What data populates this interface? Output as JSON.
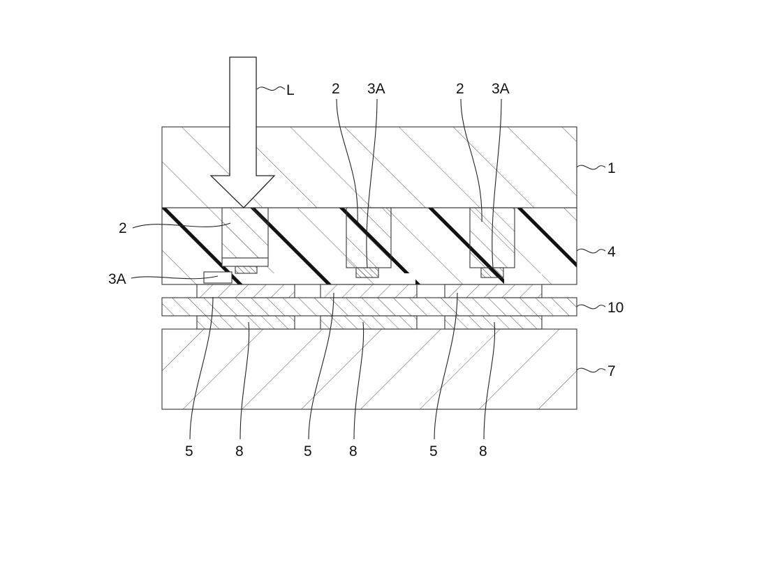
{
  "labels": {
    "light": "L",
    "substrate": "1",
    "resin": "4",
    "sheet": "10",
    "base": "7",
    "chip_top_left": "2",
    "chip_top_right": "2",
    "chip_left": "2",
    "layer_3a_left": "3A",
    "layer_3a_mid": "3A",
    "layer_3a_right": "3A",
    "pad5_a": "5",
    "pad8_a": "8",
    "pad5_b": "5",
    "pad8_b": "8",
    "pad5_c": "5",
    "pad8_c": "8"
  },
  "colors": {
    "line": "#222222",
    "hatch": "#555555",
    "thick": "#111111",
    "fill": "#ffffff"
  }
}
